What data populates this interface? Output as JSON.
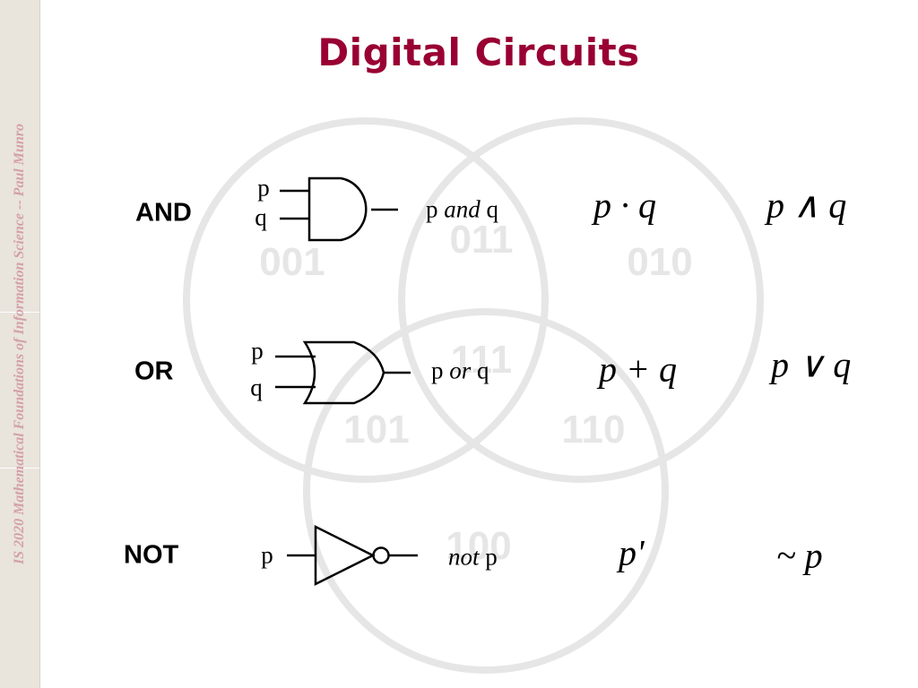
{
  "sidebar": {
    "text": "IS 2020 Mathematical Foundations of Information Science -- Paul Munro"
  },
  "slide": {
    "title": "Digital Circuits"
  },
  "venn": {
    "labels": [
      "001",
      "011",
      "010",
      "111",
      "101",
      "110",
      "100"
    ]
  },
  "rows": [
    {
      "name": "AND",
      "inputs": [
        "p",
        "q"
      ],
      "phrase_a": "p ",
      "phrase_op": "and",
      "phrase_b": " q",
      "expr1": "p · q",
      "expr2": "p ∧ q"
    },
    {
      "name": "OR",
      "inputs": [
        "p",
        "q"
      ],
      "phrase_a": "p ",
      "phrase_op": "or",
      "phrase_b": " q",
      "expr1": "p + q",
      "expr2": "p ∨ q"
    },
    {
      "name": "NOT",
      "inputs": [
        "p"
      ],
      "phrase_a": "",
      "phrase_op": "not",
      "phrase_b": " p",
      "expr1": "p'",
      "expr2": "~ p"
    }
  ]
}
